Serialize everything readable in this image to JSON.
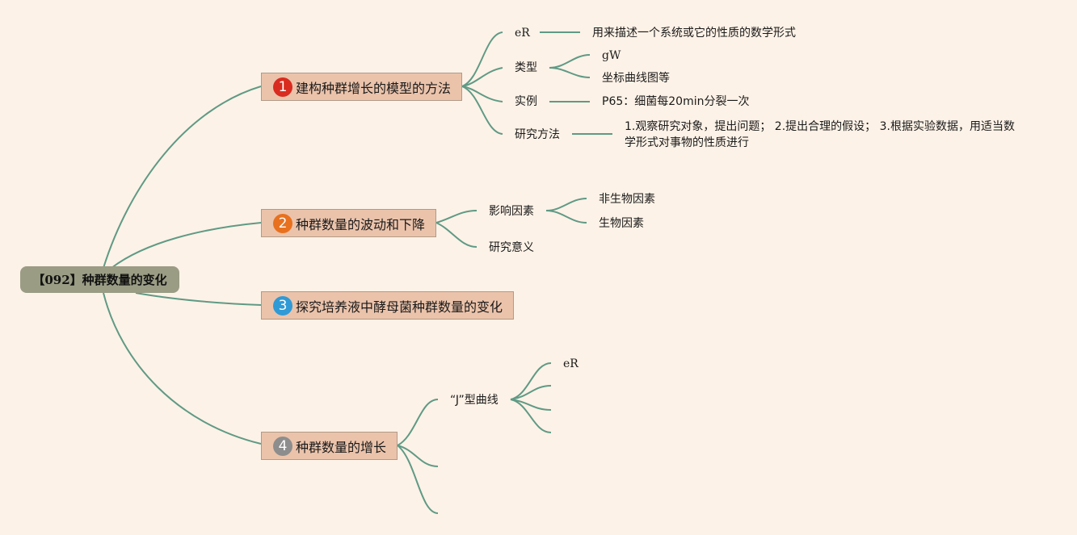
{
  "root": {
    "label": "【092】种群数量的变化"
  },
  "branches": [
    {
      "number": "1",
      "badge_color": "#d92b1f",
      "label": "建构种群增长的模型的方法",
      "children": [
        {
          "label": "eR",
          "children": [
            {
              "label": "用来描述一个系统或它的性质的数学形式"
            }
          ]
        },
        {
          "label": "类型",
          "children": [
            {
              "label": "gW"
            },
            {
              "label": "坐标曲线图等"
            }
          ]
        },
        {
          "label": "实例",
          "children": [
            {
              "label": "P65：细菌每20min分裂一次"
            }
          ]
        },
        {
          "label": "研究方法",
          "children": [
            {
              "label": "1.观察研究对象，提出问题； 2.提出合理的假设； 3.根据实验数据，用适当数学形式对事物的性质进行"
            }
          ]
        }
      ]
    },
    {
      "number": "2",
      "badge_color": "#e8711f",
      "label": "种群数量的波动和下降",
      "children": [
        {
          "label": "影响因素",
          "children": [
            {
              "label": "非生物因素"
            },
            {
              "label": "生物因素"
            }
          ]
        },
        {
          "label": "研究意义"
        }
      ]
    },
    {
      "number": "3",
      "badge_color": "#2f9ad6",
      "label": "探究培养液中酵母菌种群数量的变化"
    },
    {
      "number": "4",
      "badge_color": "#8d8d8d",
      "label": "种群数量的增长",
      "children": [
        {
          "label": "“J”型曲线",
          "children": [
            {
              "label": "eR"
            }
          ]
        }
      ]
    }
  ],
  "colors": {
    "background": "#fdf2e7",
    "link": "#5f9a85",
    "root_fill": "#9a9c84",
    "branch_fill": "#ebc3ab"
  }
}
